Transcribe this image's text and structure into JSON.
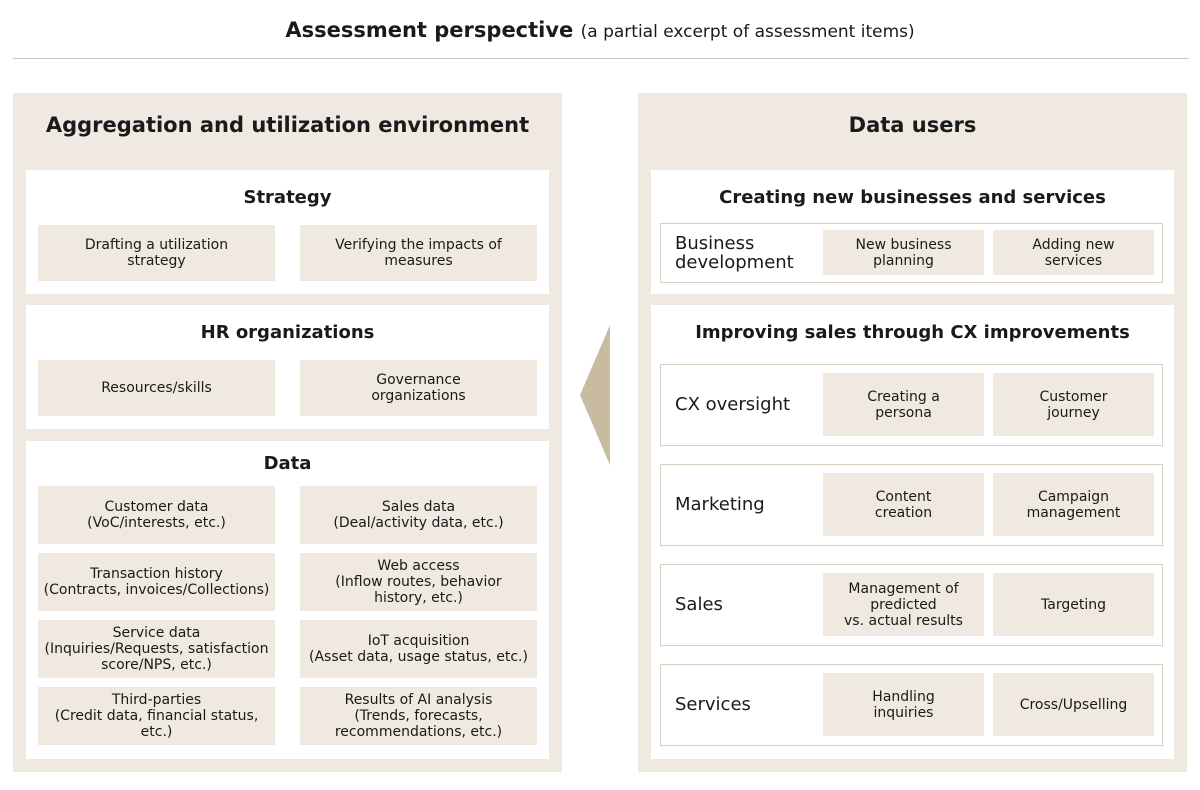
{
  "header": {
    "title": "Assessment perspective",
    "subtitle": "(a partial excerpt of assessment items)"
  },
  "left_panel": {
    "title": "Aggregation and utilization environment",
    "strategy": {
      "title": "Strategy",
      "items": [
        {
          "lines": [
            "Drafting a utilization",
            "strategy"
          ]
        },
        {
          "lines": [
            "Verifying the impacts of",
            "measures"
          ]
        }
      ]
    },
    "hr": {
      "title": "HR organizations",
      "items": [
        {
          "lines": [
            "Resources/skills"
          ]
        },
        {
          "lines": [
            "Governance",
            "organizations"
          ]
        }
      ]
    },
    "data": {
      "title": "Data",
      "items": [
        {
          "lines": [
            "Customer data",
            "(VoC/interests, etc.)"
          ]
        },
        {
          "lines": [
            "Sales data",
            "(Deal/activity data, etc.)"
          ]
        },
        {
          "lines": [
            "Transaction history",
            "(Contracts, invoices/Collections)"
          ]
        },
        {
          "lines": [
            "Web access",
            "(Inflow routes, behavior",
            "history, etc.)"
          ]
        },
        {
          "lines": [
            "Service data",
            "(Inquiries/Requests, satisfaction",
            "score/NPS, etc.)"
          ]
        },
        {
          "lines": [
            "IoT acquisition",
            "(Asset data, usage status, etc.)"
          ]
        },
        {
          "lines": [
            "Third-parties",
            "(Credit data, financial status,",
            "etc.)"
          ]
        },
        {
          "lines": [
            "Results of AI analysis",
            "(Trends, forecasts,",
            "recommendations, etc.)"
          ]
        }
      ]
    }
  },
  "right_panel": {
    "title": "Data users",
    "new_business": {
      "title": "Creating new businesses and services",
      "rows": [
        {
          "label": [
            "Business",
            "development"
          ],
          "items": [
            {
              "lines": [
                "New business",
                "planning"
              ]
            },
            {
              "lines": [
                "Adding new",
                "services"
              ]
            }
          ]
        }
      ]
    },
    "cx": {
      "title": "Improving sales through CX improvements",
      "rows": [
        {
          "label": [
            "CX oversight"
          ],
          "items": [
            {
              "lines": [
                "Creating a",
                "persona"
              ]
            },
            {
              "lines": [
                "Customer",
                "journey"
              ]
            }
          ]
        },
        {
          "label": [
            "Marketing"
          ],
          "items": [
            {
              "lines": [
                "Content",
                "creation"
              ]
            },
            {
              "lines": [
                "Campaign",
                "management"
              ]
            }
          ]
        },
        {
          "label": [
            "Sales"
          ],
          "items": [
            {
              "lines": [
                "Management of",
                "predicted",
                "vs. actual results"
              ]
            },
            {
              "lines": [
                "Targeting"
              ]
            }
          ]
        },
        {
          "label": [
            "Services"
          ],
          "items": [
            {
              "lines": [
                "Handling",
                "inquiries"
              ]
            },
            {
              "lines": [
                "Cross/Upselling"
              ]
            }
          ]
        }
      ]
    }
  },
  "colors": {
    "panel_bg": "#efe9e1",
    "cell_bg": "#efe9e1",
    "row_border": "#d8d0c0",
    "arrow": "#c8bba0"
  }
}
